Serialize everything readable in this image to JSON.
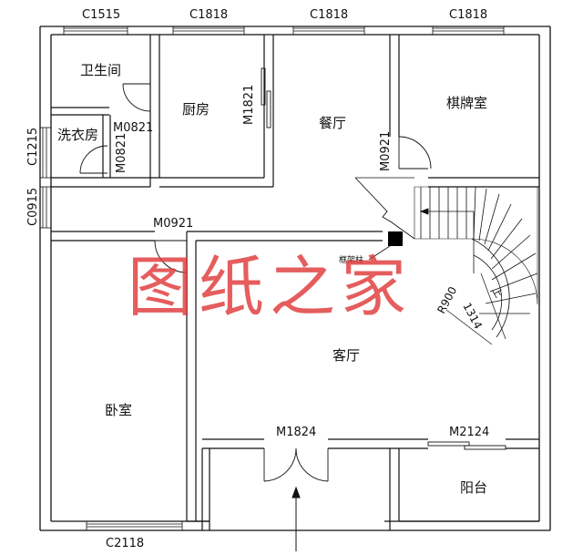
{
  "window_labels": {
    "c1515": "C1515",
    "c1818_a": "C1818",
    "c1818_b": "C1818",
    "c1818_c": "C1818",
    "c1215": "C1215",
    "c0915": "C0915",
    "c2118": "C2118"
  },
  "door_labels": {
    "m0821_a": "M0821",
    "m0821_b": "M0821",
    "m1821": "M1821",
    "m0921_a": "M0921",
    "m0921_b": "M0921",
    "m1824": "M1824",
    "m2124": "M2124"
  },
  "rooms": {
    "bathroom": "卫生间",
    "laundry": "洗衣房",
    "kitchen": "厨房",
    "dining": "餐厅",
    "game_room": "棋牌室",
    "living": "客厅",
    "bedroom": "卧室",
    "balcony": "阳台"
  },
  "annotations": {
    "column": "框架柱",
    "radius": "R900",
    "dimension": "1314",
    "up": "上"
  },
  "watermark": "图纸之家"
}
